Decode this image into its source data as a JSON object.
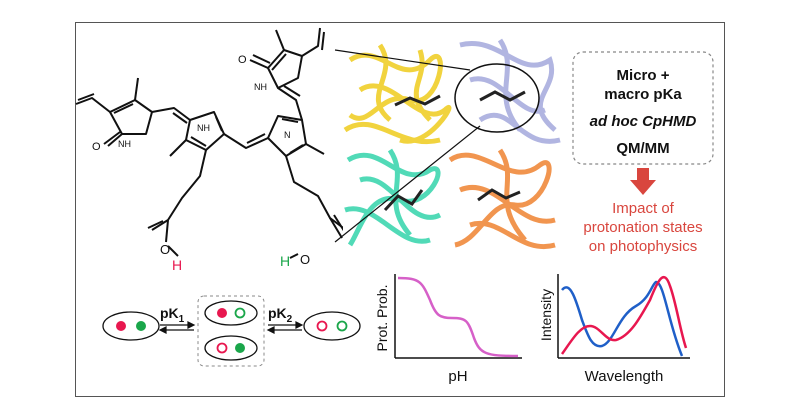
{
  "molecule": {
    "atom_nh_left": "NH",
    "atom_o_left": "O",
    "atom_nh_center": "NH",
    "atom_n_center": "N",
    "atom_o_top": "O",
    "atom_nh_top": "NH",
    "atom_o_acid1": "O",
    "atom_h_acid1": "H",
    "atom_h_acid2": "H",
    "atom_o_acid2": "O",
    "acid1_color": "#e8174f",
    "acid2_color": "#1aa64a"
  },
  "methods_box": {
    "line1": "Micro +",
    "line2": "macro pKa",
    "line3": "ad hoc CpHMD",
    "line4": "QM/MM"
  },
  "impact": {
    "line1": "Impact of",
    "line2": "protonation states",
    "line3": "on photophysics",
    "color": "#d9463e"
  },
  "equilibrium": {
    "pk1_base": "pK",
    "pk1_sub": "1",
    "pk2_base": "pK",
    "pk2_sub": "2",
    "red": "#e8174f",
    "green": "#1aa64a"
  },
  "protonation_plot": {
    "ylabel": "Prot. Prob.",
    "xlabel": "pH",
    "curve_color": "#d660c8"
  },
  "spectrum_plot": {
    "ylabel": "Intensity",
    "xlabel": "Wavelength",
    "series": [
      {
        "color": "#1f5fc8"
      },
      {
        "color": "#e8174f"
      }
    ]
  },
  "protein_colors": {
    "top_left": "#f0cf2a",
    "top_right": "#a9aede",
    "bottom_left": "#3fd6b0",
    "bottom_right": "#f08a3c"
  }
}
